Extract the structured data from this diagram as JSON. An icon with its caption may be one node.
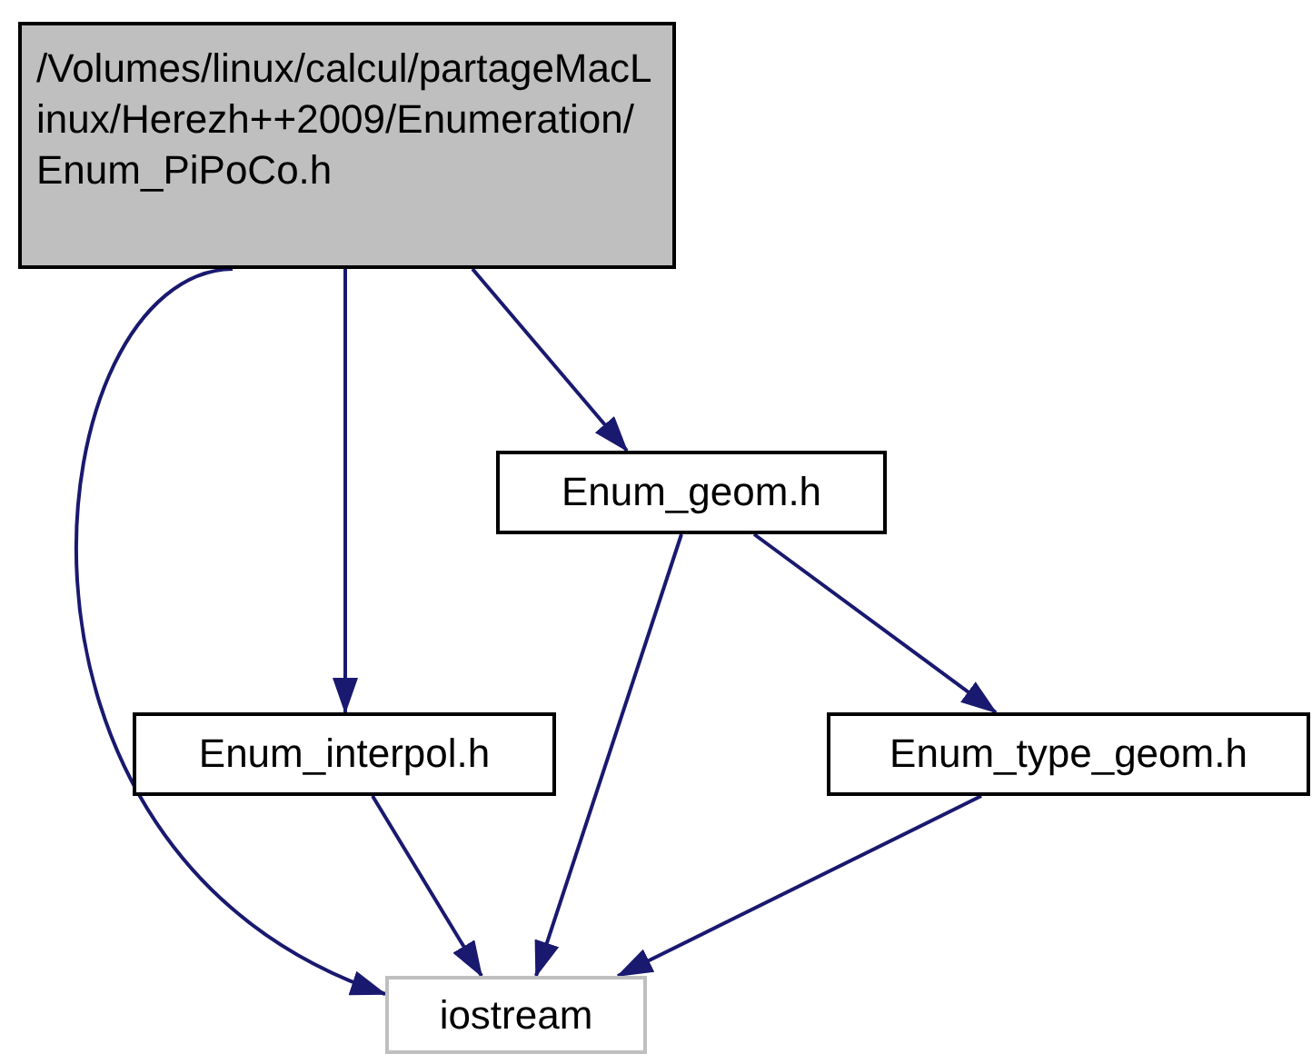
{
  "diagram": {
    "nodes": [
      {
        "text": [
          "/Volumes/linux/calcul/partageMacLinux/Herezh++2009/Enumeration/Enum_PiPoCo.h"
        ]
      },
      {
        "text": [
          "Enum_geom.h"
        ]
      },
      {
        "text": [
          "Enum_interpol.h"
        ]
      },
      {
        "text": [
          "Enum_type_geom.h"
        ]
      },
      {
        "text": [
          "iostream"
        ]
      }
    ],
    "edges": [
      {
        "from": 0,
        "to": 4,
        "arrow": "to"
      },
      {
        "from": 0,
        "to": 2,
        "arrow": "to"
      },
      {
        "from": 0,
        "to": 1,
        "arrow": "to"
      },
      {
        "from": 1,
        "to": 4,
        "arrow": "to"
      },
      {
        "from": 1,
        "to": 3,
        "arrow": "to"
      },
      {
        "from": 2,
        "to": 4,
        "arrow": "to"
      },
      {
        "from": 3,
        "to": 4,
        "arrow": "to"
      }
    ]
  }
}
